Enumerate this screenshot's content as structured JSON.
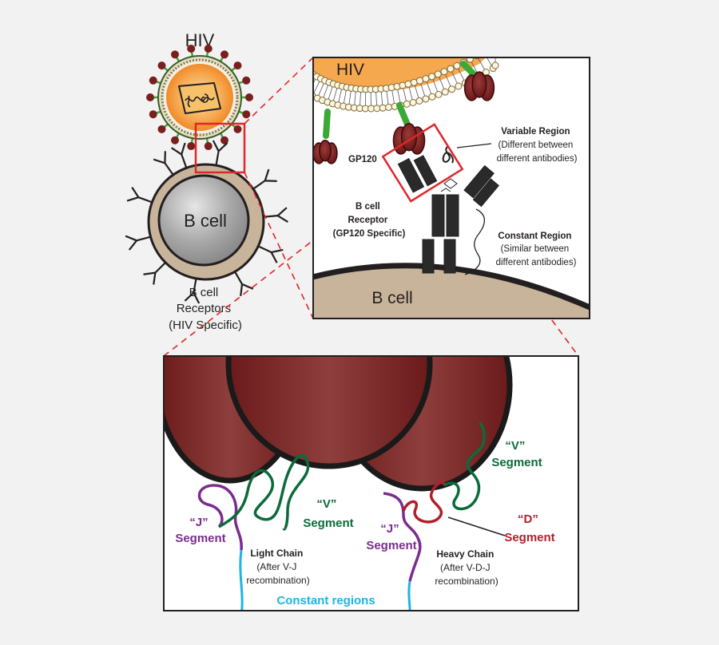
{
  "overview": {
    "hiv_label": "HIV",
    "bcell_label": "B cell",
    "receptors_label": [
      "B cell",
      "Receptors",
      "(HIV Specific)"
    ]
  },
  "zoom1": {
    "hiv_label": "HIV",
    "gp120_label": "GP120",
    "variable_region": [
      "Variable Region",
      "(Different between",
      "different antibodies)"
    ],
    "bcell_receptor": [
      "B cell",
      "Receptor",
      "(GP120 Specific)"
    ],
    "constant_region": [
      "Constant Region",
      "(Similar between",
      "different antibodies)"
    ],
    "bcell_label": "B cell"
  },
  "zoom2": {
    "v_segment_light": [
      "“V”",
      "Segment"
    ],
    "j_segment_light": [
      "“J”",
      "Segment"
    ],
    "light_chain": [
      "Light Chain",
      "(After V-J",
      "recombination)"
    ],
    "v_segment_heavy": [
      "“V”",
      "Segment"
    ],
    "d_segment": [
      "“D”",
      "Segment"
    ],
    "j_segment_heavy": [
      "“J”",
      "Segment"
    ],
    "heavy_chain": [
      "Heavy Chain",
      "(After V-D-J",
      "recombination)"
    ],
    "constant_regions": "Constant regions"
  },
  "colors": {
    "background": "#f2f2f2",
    "outline": "#231f20",
    "gp120_red": "#7a1e1e",
    "gp_stalk_green": "#3aa935",
    "v_segment_green": "#0b6b3a",
    "j_segment_purple": "#7b2c8f",
    "d_segment_red": "#b0202c",
    "constant_cyan": "#1fb3e6",
    "callout_red": "#e0262a",
    "bcell_tan": "#c8b49a",
    "nucleus_gray": "#a8a8a8",
    "virus_orange": "#f5a04c"
  }
}
